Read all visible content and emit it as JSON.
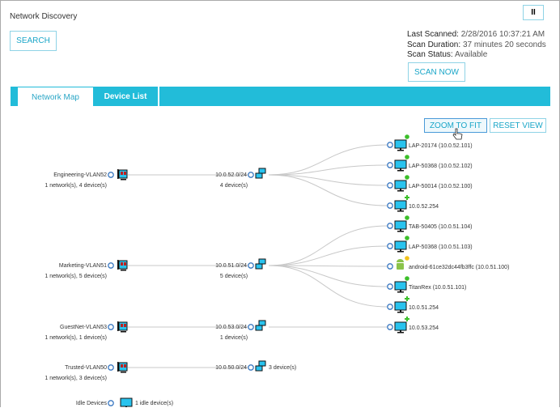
{
  "header": {
    "title": "Network Discovery",
    "search_label": "SEARCH",
    "pause_label": "II",
    "last_scanned_label": "Last Scanned:",
    "last_scanned": "2/28/2016 10:37:21 AM",
    "duration_label": "Scan Duration:",
    "duration": "37 minutes 20 seconds",
    "status_label": "Scan Status:",
    "status": "Available",
    "scan_now_label": "SCAN NOW"
  },
  "tabs": [
    {
      "label": "Network Map",
      "active": true
    },
    {
      "label": "Device List",
      "active": false
    }
  ],
  "map": {
    "zoom_to_fit_label": "ZOOM TO FIT",
    "reset_view_label": "RESET VIEW",
    "vlans": [
      {
        "name": "Engineering-VLAN52",
        "summary": "1 network(s), 4 device(s)",
        "subnet": "10.0.52.0/24",
        "subnet_summary": "4 device(s)"
      },
      {
        "name": "Marketing-VLAN51",
        "summary": "1 network(s), 5 device(s)",
        "subnet": "10.0.51.0/24",
        "subnet_summary": "5 device(s)"
      },
      {
        "name": "GuestNet-VLAN53",
        "summary": "1 network(s), 1 device(s)",
        "subnet": "10.0.53.0/24",
        "subnet_summary": "1 device(s)"
      },
      {
        "name": "Trusted-VLAN50",
        "summary": "1 network(s), 3 device(s)",
        "subnet": "10.0.50.0/24",
        "subnet_summary": "3 device(s)"
      }
    ],
    "idle": {
      "name": "Idle Devices",
      "summary": "1 idle device(s)"
    },
    "devices": [
      {
        "label": "LAP-20174 (10.0.52.101)",
        "type": "computer",
        "status": "green",
        "subnet": 0
      },
      {
        "label": "LAP-50368 (10.0.52.102)",
        "type": "computer",
        "status": "green",
        "subnet": 0
      },
      {
        "label": "LAP-50014 (10.0.52.100)",
        "type": "computer",
        "status": "green",
        "subnet": 0
      },
      {
        "label": "10.0.52.254",
        "type": "computer",
        "status": "new",
        "subnet": 0
      },
      {
        "label": "TAB-50405 (10.0.51.104)",
        "type": "computer",
        "status": "green",
        "subnet": 1
      },
      {
        "label": "LAP-50368 (10.0.51.103)",
        "type": "computer",
        "status": "green",
        "subnet": 1
      },
      {
        "label": "android-61ce32dc44fb3ffc (10.0.51.100)",
        "type": "android",
        "status": "yellow",
        "subnet": 1
      },
      {
        "label": "TitanRex (10.0.51.101)",
        "type": "computer",
        "status": "green",
        "subnet": 1
      },
      {
        "label": "10.0.51.254",
        "type": "computer",
        "status": "new",
        "subnet": 1
      },
      {
        "label": "10.0.53.254",
        "type": "computer",
        "status": "new",
        "subnet": 2
      }
    ],
    "colors": {
      "accent": "#22bcd9",
      "green": "#3cbf2a",
      "yellow": "#f2c21b",
      "node": "#3a78c2"
    }
  }
}
